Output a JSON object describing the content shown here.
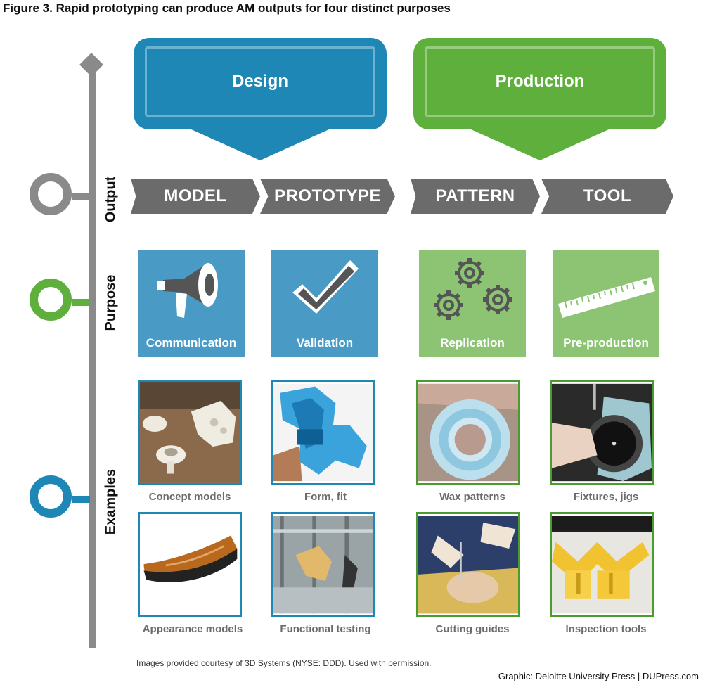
{
  "title": "Figure 3. Rapid prototyping can produce AM outputs for four distinct purposes",
  "colors": {
    "design": "#1e87b5",
    "production": "#5eaf3c",
    "chevron": "#6b6b6b",
    "timeline": "#8a8a8a"
  },
  "banners": {
    "design": "Design",
    "production": "Production"
  },
  "side_labels": {
    "output": "Output",
    "purpose": "Purpose",
    "examples": "Examples"
  },
  "outputs": [
    "MODEL",
    "PROTOTYPE",
    "PATTERN",
    "TOOL"
  ],
  "purposes": [
    {
      "label": "Communication",
      "icon": "megaphone-icon"
    },
    {
      "label": "Validation",
      "icon": "checkmark-icon"
    },
    {
      "label": "Replication",
      "icon": "gears-icon"
    },
    {
      "label": "Pre-production",
      "icon": "ruler-icon"
    }
  ],
  "examples_row1": [
    "Concept models",
    "Form, fit",
    "Wax patterns",
    "Fixtures, jigs"
  ],
  "examples_row2": [
    "Appearance models",
    "Functional testing",
    "Cutting guides",
    "Inspection tools"
  ],
  "footnote": "Images provided courtesy of 3D Systems (NYSE: DDD). Used with permission.",
  "credit": "Graphic: Deloitte University Press | DUPress.com"
}
